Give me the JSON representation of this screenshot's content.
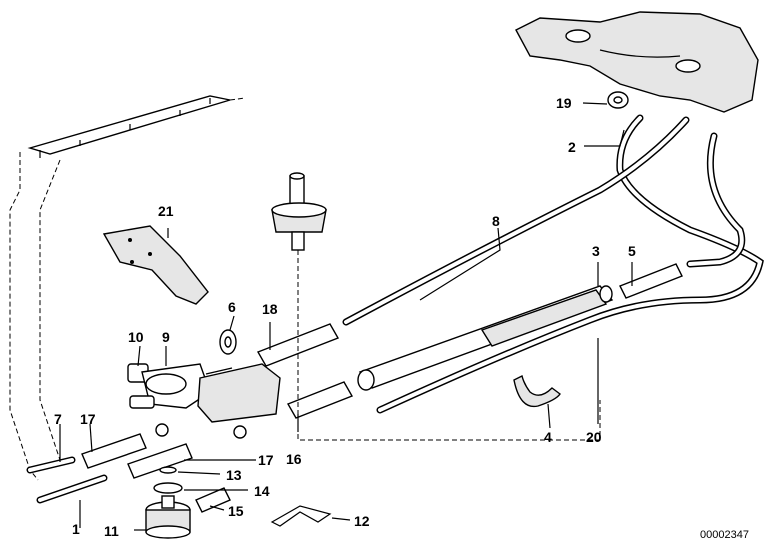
{
  "diagram_id": "00002347",
  "callouts": [
    {
      "id": "1",
      "text": "1"
    },
    {
      "id": "2",
      "text": "2"
    },
    {
      "id": "3",
      "text": "3"
    },
    {
      "id": "4",
      "text": "4"
    },
    {
      "id": "5",
      "text": "5"
    },
    {
      "id": "6",
      "text": "6"
    },
    {
      "id": "7",
      "text": "7"
    },
    {
      "id": "8",
      "text": "8"
    },
    {
      "id": "9",
      "text": "9"
    },
    {
      "id": "10",
      "text": "10"
    },
    {
      "id": "11",
      "text": "11"
    },
    {
      "id": "12",
      "text": "12"
    },
    {
      "id": "13",
      "text": "13"
    },
    {
      "id": "14",
      "text": "14"
    },
    {
      "id": "15",
      "text": "15"
    },
    {
      "id": "16",
      "text": "16"
    },
    {
      "id": "17a",
      "text": "17"
    },
    {
      "id": "17b",
      "text": "17"
    },
    {
      "id": "18",
      "text": "18"
    },
    {
      "id": "19",
      "text": "19"
    },
    {
      "id": "20",
      "text": "20"
    },
    {
      "id": "21",
      "text": "21"
    }
  ]
}
